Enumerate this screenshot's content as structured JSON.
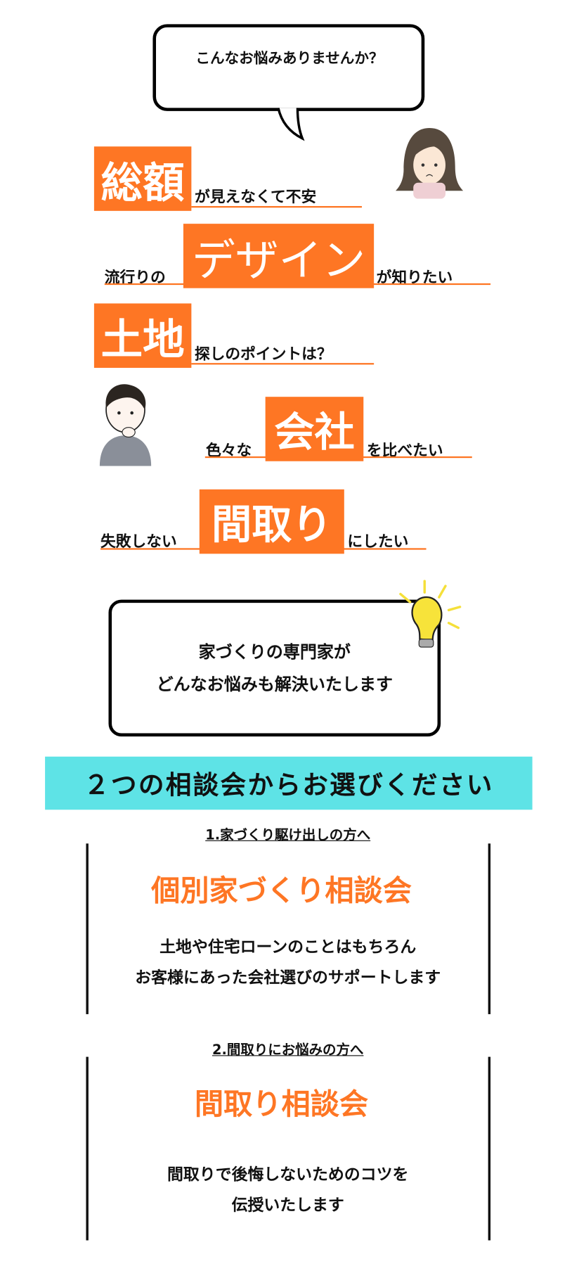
{
  "bubble": {
    "text": "こんなお悩みありませんか？"
  },
  "worries": [
    {
      "big": "総額",
      "after": "が見えなくて不安"
    },
    {
      "before": "流行りの",
      "big": "デザイン",
      "after": "が知りたい"
    },
    {
      "big": "土地",
      "after": "探しのポイントは？"
    },
    {
      "before": "色々な",
      "big": "会社",
      "after": "を比べたい"
    },
    {
      "before": "失敗しない",
      "big": "間取り",
      "after": "にしたい"
    }
  ],
  "message": {
    "line1": "家づくりの専門家が",
    "line2": "どんなお悩みも解決いたします"
  },
  "banner": {
    "text": "２つの相談会からお選びください"
  },
  "consultations": [
    {
      "heading": "1.家づくり駆け出しの方へ",
      "title": "個別家づくり相談会",
      "line1": "土地や住宅ローンのことはもちろん",
      "line2": "お客様にあった会社選びのサポートします"
    },
    {
      "heading": "2.間取りにお悩みの方へ",
      "title": "間取り相談会",
      "line1": "間取りで後悔しないためのコツを",
      "line2": "伝授いたします"
    }
  ],
  "colors": {
    "accent": "#fe7624",
    "banner": "#5ee3e6"
  }
}
